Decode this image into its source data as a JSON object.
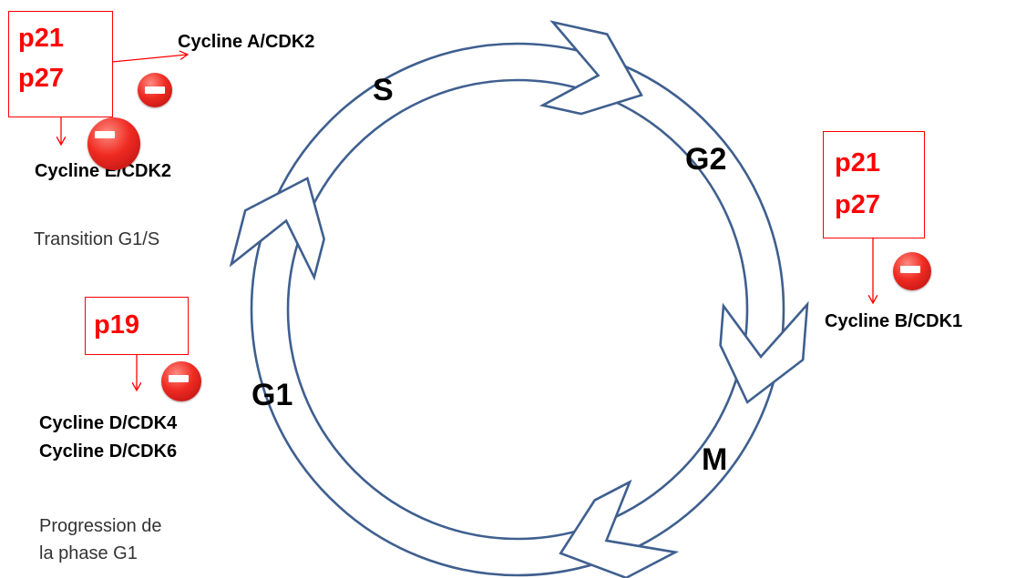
{
  "colors": {
    "cycle_stroke": "#3f5f8f",
    "inhibitor": "#ff0000",
    "block_icon": "#e52b22"
  },
  "phases": {
    "g1": "G1",
    "s": "S",
    "g2": "G2",
    "m": "M"
  },
  "top_left": {
    "inhibitor_1": "p21",
    "inhibitor_2": "p27",
    "target_a": "Cycline A/CDK2",
    "target_e": "Cycline E/CDK2",
    "note": "Transition G1/S"
  },
  "right": {
    "inhibitor_1": "p21",
    "inhibitor_2": "p27",
    "target": "Cycline B/CDK1"
  },
  "bottom_left": {
    "inhibitor": "p19",
    "target_1": "Cycline D/CDK4",
    "target_2": "Cycline D/CDK6",
    "note_line1": "Progression de",
    "note_line2": "la phase G1"
  },
  "icons": [
    "block-icon",
    "block-icon",
    "block-icon",
    "block-icon"
  ]
}
